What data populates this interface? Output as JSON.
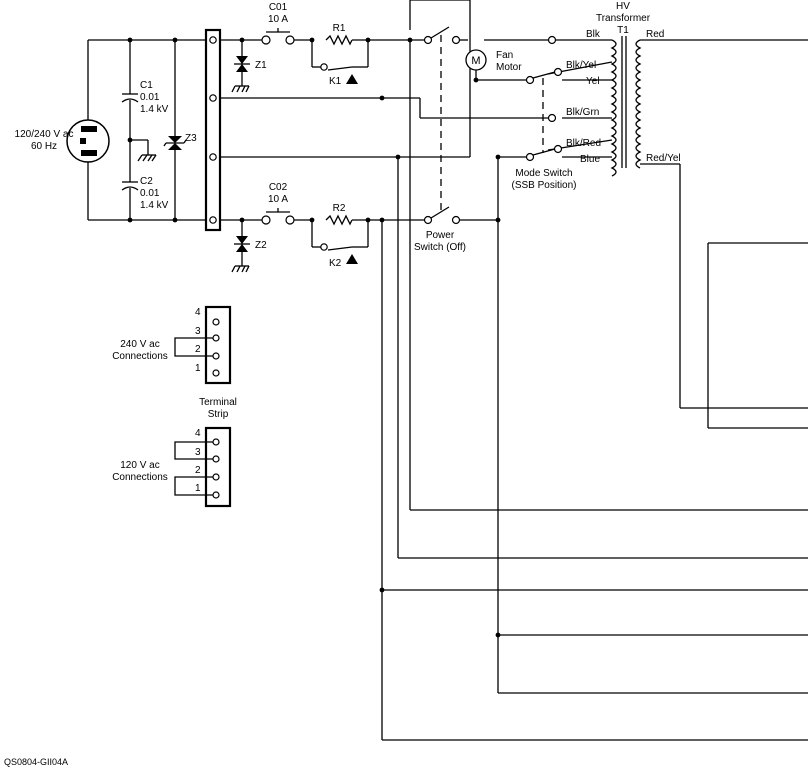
{
  "diagram": {
    "figure_id": "QS0804-GII04A",
    "source": {
      "line1": "120/240 V ac",
      "line2": "60 Hz"
    },
    "capacitors": [
      {
        "name": "C1",
        "value": "0.01",
        "rating": "1.4 kV"
      },
      {
        "name": "C2",
        "value": "0.01",
        "rating": "1.4 kV"
      }
    ],
    "zeners": {
      "z1": "Z1",
      "z2": "Z2",
      "z3": "Z3"
    },
    "breakers": [
      {
        "name": "C01",
        "rating": "10 A"
      },
      {
        "name": "C02",
        "rating": "10 A"
      }
    ],
    "resistors": {
      "r1": "R1",
      "r2": "R2"
    },
    "relays": {
      "k1": "K1",
      "k2": "K2"
    },
    "fan": {
      "symbol": "M",
      "line1": "Fan",
      "line2": "Motor"
    },
    "power_switch": {
      "line1": "Power",
      "line2": "Switch (Off)"
    },
    "mode_switch": {
      "line1": "Mode Switch",
      "line2": "(SSB Position)"
    },
    "transformer": {
      "line1": "HV",
      "line2": "Transformer",
      "ref": "T1",
      "taps": {
        "blk": "Blk",
        "blk_yel": "Blk/Yel",
        "yel": "Yel",
        "blk_grn": "Blk/Grn",
        "blk_red": "Blk/Red",
        "blue": "Blue",
        "red": "Red",
        "red_yel": "Red/Yel"
      }
    },
    "terminal_strip": {
      "title_line1": "Terminal",
      "title_line2": "Strip",
      "connections_240": {
        "line1": "240 V ac",
        "line2": "Connections"
      },
      "connections_120": {
        "line1": "120 V ac",
        "line2": "Connections"
      },
      "pins": [
        "4",
        "3",
        "2",
        "1"
      ]
    }
  }
}
